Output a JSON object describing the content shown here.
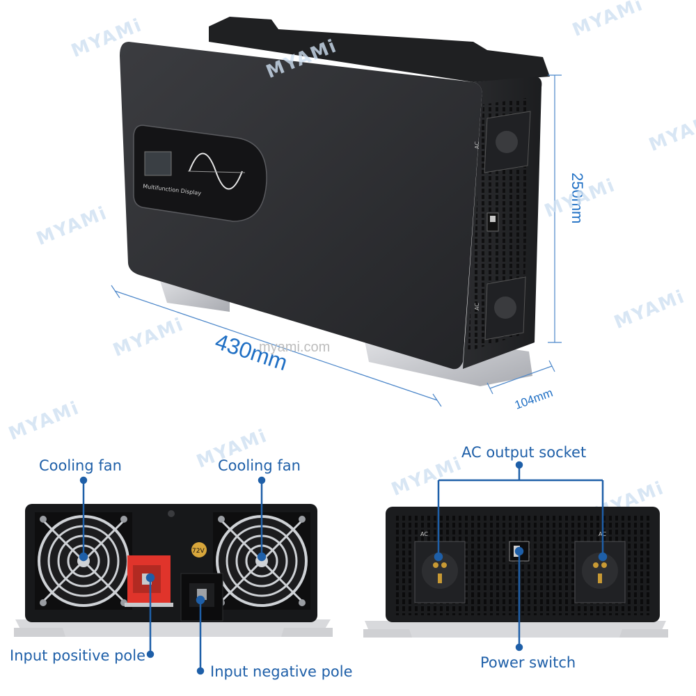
{
  "watermark": {
    "brand": "MYAMi",
    "site": "myami.com"
  },
  "dimensions": {
    "width": "430mm",
    "height": "250mm",
    "depth": "104mm"
  },
  "panel_text": {
    "display": "Multifunction Display",
    "socket_label": "AC",
    "voltage_badge": "72V"
  },
  "callouts": {
    "cooling_fan_left": "Cooling fan",
    "cooling_fan_right": "Cooling fan",
    "input_positive": "Input positive pole",
    "input_negative": "Input negative pole",
    "ac_output_socket": "AC output socket",
    "power_switch": "Power switch"
  },
  "colors": {
    "accent": "#1f6fc4",
    "label": "#1e5fa8",
    "casing": "#2e2f32",
    "positive_terminal": "#e0342b"
  }
}
